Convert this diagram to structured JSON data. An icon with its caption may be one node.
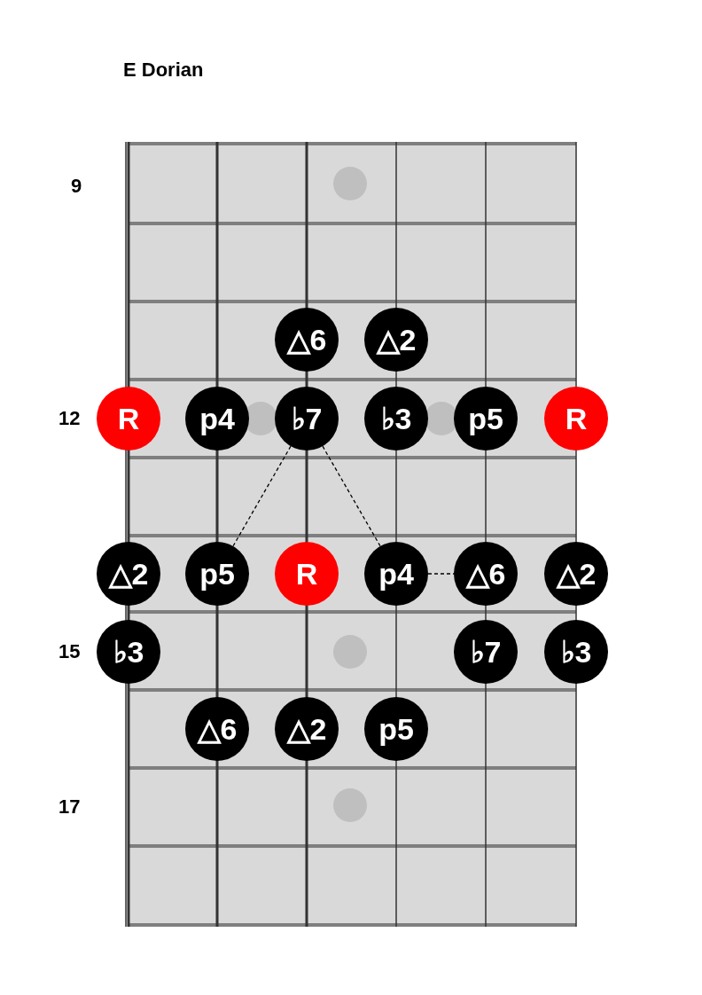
{
  "diagram": {
    "title": "E Dorian",
    "nodes": [
      {
        "text": [
          "△6"
        ]
      },
      {
        "text": [
          "△2"
        ]
      },
      {
        "text": [
          "R"
        ]
      },
      {
        "text": [
          "p4"
        ]
      },
      {
        "text": [
          "♭7"
        ]
      },
      {
        "text": [
          "♭3"
        ]
      },
      {
        "text": [
          "p5"
        ]
      },
      {
        "text": [
          "R"
        ]
      },
      {
        "text": [
          "△2"
        ]
      },
      {
        "text": [
          "p5"
        ]
      },
      {
        "text": [
          "R"
        ]
      },
      {
        "text": [
          "p4"
        ]
      },
      {
        "text": [
          "△6"
        ]
      },
      {
        "text": [
          "△2"
        ]
      },
      {
        "text": [
          "♭3"
        ]
      },
      {
        "text": [
          "♭7"
        ]
      },
      {
        "text": [
          "♭3"
        ]
      },
      {
        "text": [
          "△6"
        ]
      },
      {
        "text": [
          "△2"
        ]
      },
      {
        "text": [
          "p5"
        ]
      }
    ],
    "edges": [
      {
        "from": 4,
        "to": 9,
        "arrow": "none",
        "style": "dashed"
      },
      {
        "from": 4,
        "to": 11,
        "arrow": "none",
        "style": "dashed"
      },
      {
        "from": 11,
        "to": 12,
        "arrow": "none",
        "style": "dashed"
      }
    ],
    "labels": [
      "9",
      "12",
      "15",
      "17"
    ]
  }
}
